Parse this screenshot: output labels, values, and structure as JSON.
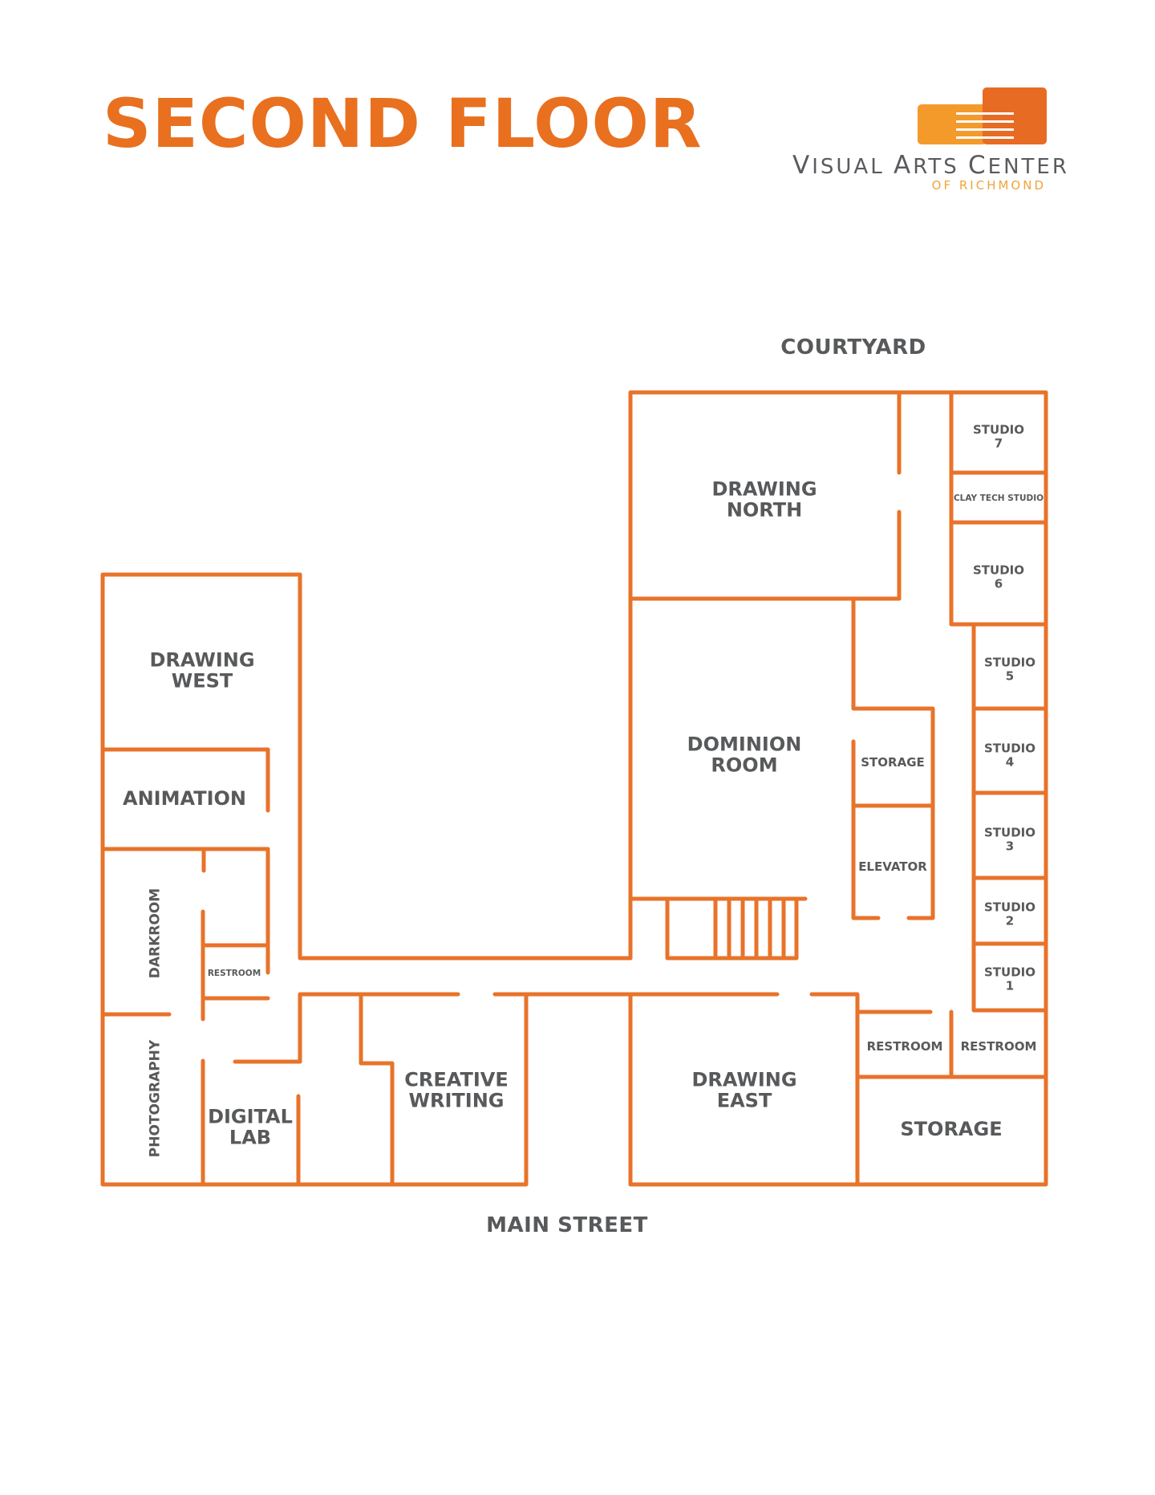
{
  "header": {
    "title": "SECOND FLOOR"
  },
  "logo": {
    "name_parts": [
      {
        "cap": "V",
        "rest": "ISUAL "
      },
      {
        "cap": "A",
        "rest": "RTS "
      },
      {
        "cap": "C",
        "rest": "ENTER"
      }
    ],
    "name": "VISUAL ARTS CENTER",
    "subtitle": "OF RICHMOND",
    "colors": {
      "left_block": "#f39a2b",
      "right_block": "#e86b24",
      "text": "#5a5b5e",
      "subtitle": "#f2a33a"
    }
  },
  "map": {
    "wall_color": "#e8732a",
    "label_color": "#58595b",
    "orientation": {
      "north_label": "COURTYARD",
      "south_label": "MAIN STREET"
    },
    "rooms": [
      {
        "id": "drawing-north",
        "lines": [
          "DRAWING",
          "NORTH"
        ]
      },
      {
        "id": "studio-7",
        "lines": [
          "STUDIO",
          "7"
        ]
      },
      {
        "id": "clay-tech-studio",
        "lines": [
          "CLAY TECH STUDIO"
        ]
      },
      {
        "id": "studio-6",
        "lines": [
          "STUDIO",
          "6"
        ]
      },
      {
        "id": "studio-5",
        "lines": [
          "STUDIO",
          "5"
        ]
      },
      {
        "id": "studio-4",
        "lines": [
          "STUDIO",
          "4"
        ]
      },
      {
        "id": "studio-3",
        "lines": [
          "STUDIO",
          "3"
        ]
      },
      {
        "id": "studio-2",
        "lines": [
          "STUDIO",
          "2"
        ]
      },
      {
        "id": "studio-1",
        "lines": [
          "STUDIO",
          "1"
        ]
      },
      {
        "id": "dominion-room",
        "lines": [
          "DOMINION",
          "ROOM"
        ]
      },
      {
        "id": "storage-upper",
        "lines": [
          "STORAGE"
        ]
      },
      {
        "id": "elevator",
        "lines": [
          "ELEVATOR"
        ]
      },
      {
        "id": "drawing-west",
        "lines": [
          "DRAWING",
          "WEST"
        ]
      },
      {
        "id": "animation",
        "lines": [
          "ANIMATION"
        ]
      },
      {
        "id": "darkroom",
        "lines": [
          "DARKROOM"
        ]
      },
      {
        "id": "restroom-west",
        "lines": [
          "RESTROOM"
        ]
      },
      {
        "id": "photography",
        "lines": [
          "PHOTOGRAPHY"
        ]
      },
      {
        "id": "digital-lab",
        "lines": [
          "DIGITAL",
          "LAB"
        ]
      },
      {
        "id": "creative-writing",
        "lines": [
          "CREATIVE",
          "WRITING"
        ]
      },
      {
        "id": "drawing-east",
        "lines": [
          "DRAWING",
          "EAST"
        ]
      },
      {
        "id": "restroom-east-1",
        "lines": [
          "RESTROOM"
        ]
      },
      {
        "id": "restroom-east-2",
        "lines": [
          "RESTROOM"
        ]
      },
      {
        "id": "storage-lower",
        "lines": [
          "STORAGE"
        ]
      }
    ]
  }
}
